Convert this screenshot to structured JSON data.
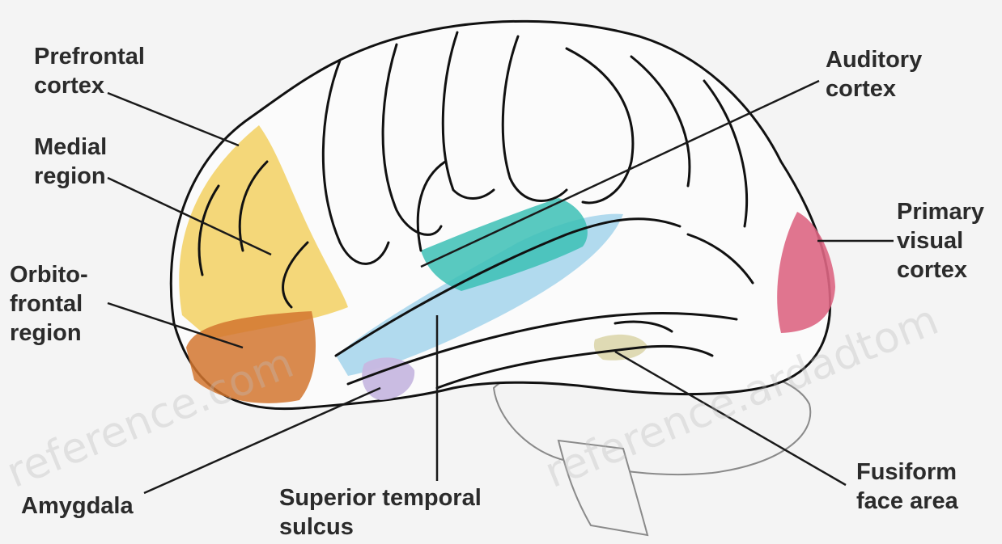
{
  "labels": {
    "prefrontal": "Prefrontal\ncortex",
    "medial": "Medial\nregion",
    "orbitofrontal": "Orbito-\nfrontal\nregion",
    "amygdala": "Amygdala",
    "superior_temporal": "Superior temporal\nsulcus",
    "auditory": "Auditory\ncortex",
    "primary_visual": "Primary\nvisual\ncortex",
    "fusiform": "Fusiform\nface area"
  },
  "watermark": {
    "text_1": "reference.com",
    "text_2": "reference.ardadtom"
  },
  "colors": {
    "prefrontal": "#f3d36a",
    "orbitofrontal": "#d2762f",
    "superior_temporal": "#a8d6ec",
    "auditory": "#3cbfb5",
    "amygdala": "#c7b8e0",
    "primary_visual": "#dd6683",
    "fusiform": "#ddd8b0",
    "outline": "#111111",
    "brain_fill": "#fbfbfb",
    "leader_line": "#1a1a1a"
  }
}
